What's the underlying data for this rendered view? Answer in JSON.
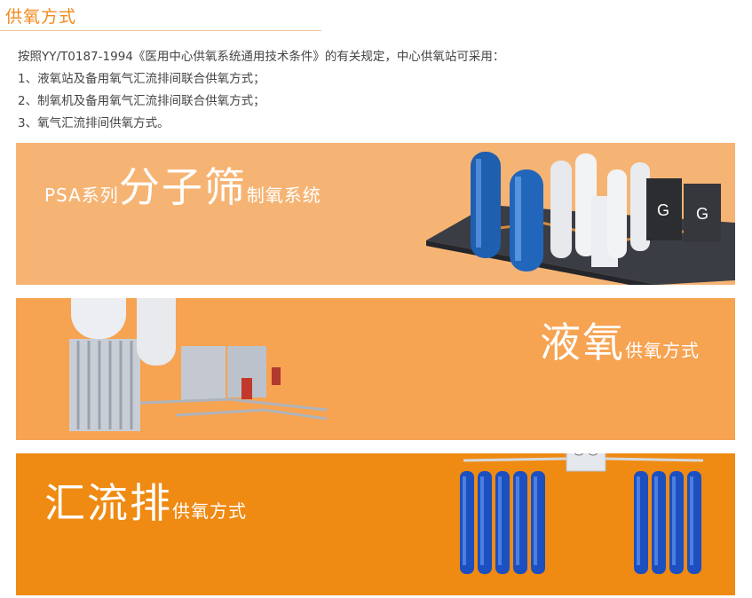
{
  "page": {
    "title": "供氧方式",
    "intro": [
      "按照YY/T0187-1994《医用中心供氧系统通用技术条件》的有关规定，中心供氧站可采用：",
      "1、液氧站及备用氧气汇流排间联合供氧方式；",
      "2、制氧机及备用氧气汇流排间联合供氧方式；",
      "3、氧气汇流排间供氧方式。"
    ]
  },
  "bands": [
    {
      "prefix": "PSA系列",
      "main": "分子筛",
      "suffix": "制氧系统",
      "color": "#f6b474"
    },
    {
      "prefix": "",
      "main": "液氧",
      "suffix": "供氧方式",
      "color": "#f6a352"
    },
    {
      "prefix": "",
      "main": "汇流排",
      "suffix": "供氧方式",
      "color": "#ef8a12"
    }
  ],
  "icons": {
    "psa": "psa-oxygen-plant-illustration",
    "liquid": "liquid-oxygen-tank-illustration",
    "manifold": "gas-cylinder-manifold-illustration"
  }
}
